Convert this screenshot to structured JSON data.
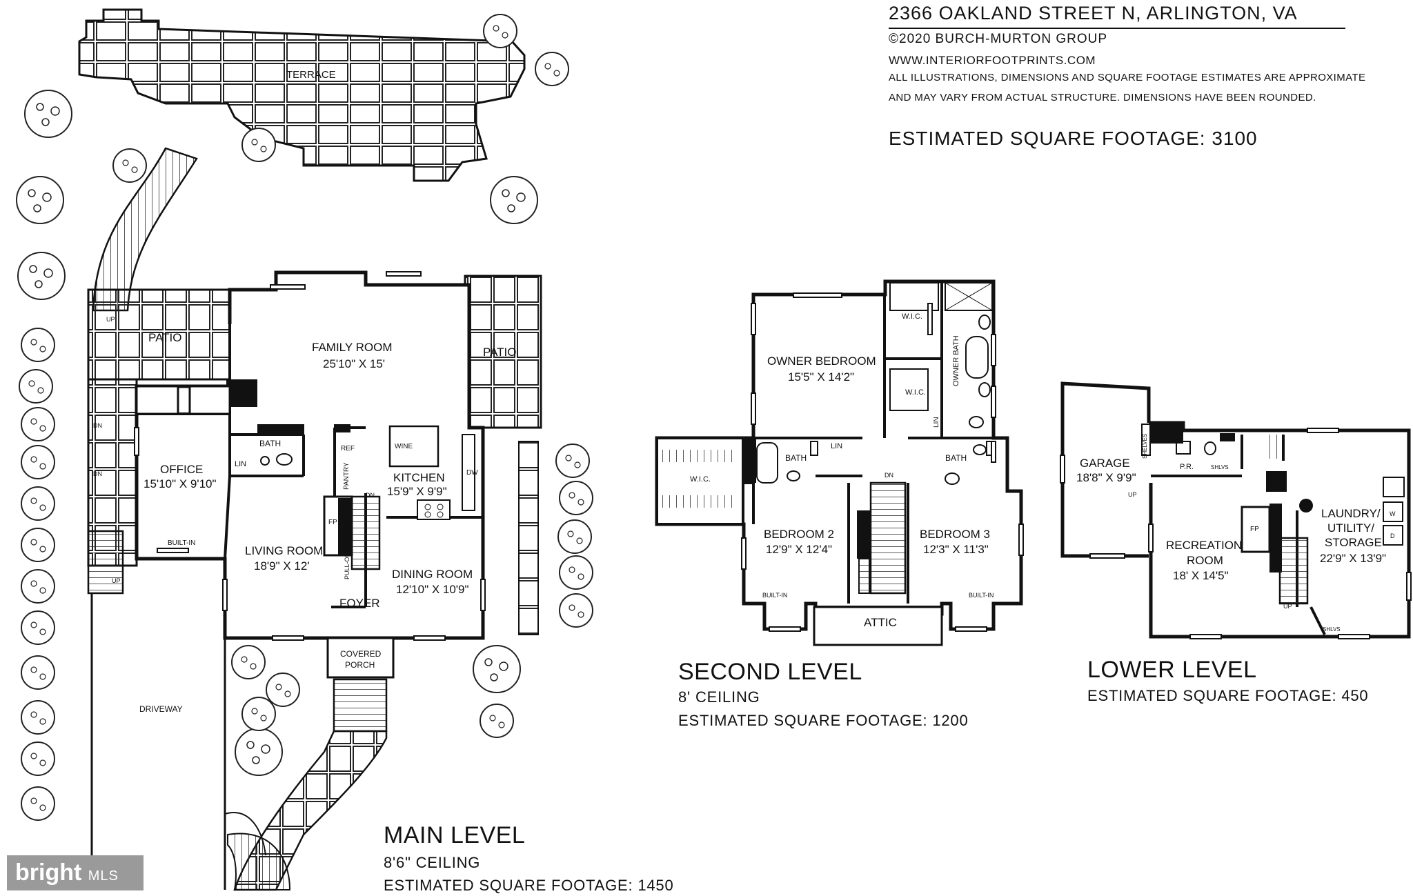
{
  "header": {
    "address": "2366 OAKLAND STREET N, ARLINGTON, VA",
    "copyright": "©2020 BURCH-MURTON GROUP",
    "website": "WWW.INTERIORFOOTPRINTS.COM",
    "disclaimer_line1": "ALL ILLUSTRATIONS, DIMENSIONS AND SQUARE FOOTAGE ESTIMATES ARE APPROXIMATE",
    "disclaimer_line2": "AND MAY VARY FROM ACTUAL STRUCTURE. DIMENSIONS HAVE BEEN ROUNDED.",
    "total_sqft": "ESTIMATED SQUARE FOOTAGE: 3100"
  },
  "main_level": {
    "title": "MAIN LEVEL",
    "ceiling": "8'6\" CEILING",
    "sqft": "ESTIMATED SQUARE FOOTAGE: 1450",
    "rooms": {
      "terrace": "TERRACE",
      "patio_left": "PATIO",
      "patio_right": "PATIO",
      "family_room": "FAMILY ROOM",
      "family_room_dim": "25'10\" X 15'",
      "office": "OFFICE",
      "office_dim": "15'10\" X 9'10\"",
      "bath": "BATH",
      "lin": "LIN",
      "ref": "REF",
      "pantry": "PANTRY",
      "wine": "WINE",
      "kitchen": "KITCHEN",
      "kitchen_dim": "15'9\" X 9'9\"",
      "dw": "DW",
      "fp": "FP",
      "living_room": "LIVING ROOM",
      "living_room_dim": "18'9\" X 12'",
      "pullout_closet": "PULL-OUT CLOSET",
      "dining_room": "DINING ROOM",
      "dining_room_dim": "12'10\" X 10'9\"",
      "foyer": "FOYER",
      "built_in": "BUILT-IN",
      "covered_porch_1": "COVERED",
      "covered_porch_2": "PORCH",
      "driveway": "DRIVEWAY",
      "up": "UP",
      "dn": "DN"
    }
  },
  "second_level": {
    "title": "SECOND LEVEL",
    "ceiling": "8' CEILING",
    "sqft": "ESTIMATED SQUARE FOOTAGE: 1200",
    "rooms": {
      "owner_bedroom": "OWNER BEDROOM",
      "owner_bedroom_dim": "15'5\" X 14'2\"",
      "wic": "W.I.C.",
      "owner_bath": "OWNER BATH",
      "lin": "LIN",
      "bath": "BATH",
      "bedroom2": "BEDROOM 2",
      "bedroom2_dim": "12'9\" X 12'4\"",
      "bedroom3": "BEDROOM 3",
      "bedroom3_dim": "12'3\" X 11'3\"",
      "built_in": "BUILT-IN",
      "attic": "ATTIC",
      "dn": "DN"
    }
  },
  "lower_level": {
    "title": "LOWER LEVEL",
    "sqft": "ESTIMATED SQUARE FOOTAGE: 450",
    "rooms": {
      "garage": "GARAGE",
      "garage_dim": "18'8\" X 9'9\"",
      "shelves": "SHELVES",
      "pr": "P.R.",
      "shlvs": "SHLVS",
      "recreation_room_1": "RECREATION",
      "recreation_room_2": "ROOM",
      "recreation_room_dim": "18' X 14'5\"",
      "laundry_1": "LAUNDRY/",
      "laundry_2": "UTILITY/",
      "laundry_3": "STORAGE",
      "laundry_dim": "22'9\" X 13'9\"",
      "fp": "FP",
      "up": "UP",
      "w": "W",
      "d": "D"
    }
  },
  "watermark": {
    "brand": "bright",
    "suffix": "MLS"
  }
}
